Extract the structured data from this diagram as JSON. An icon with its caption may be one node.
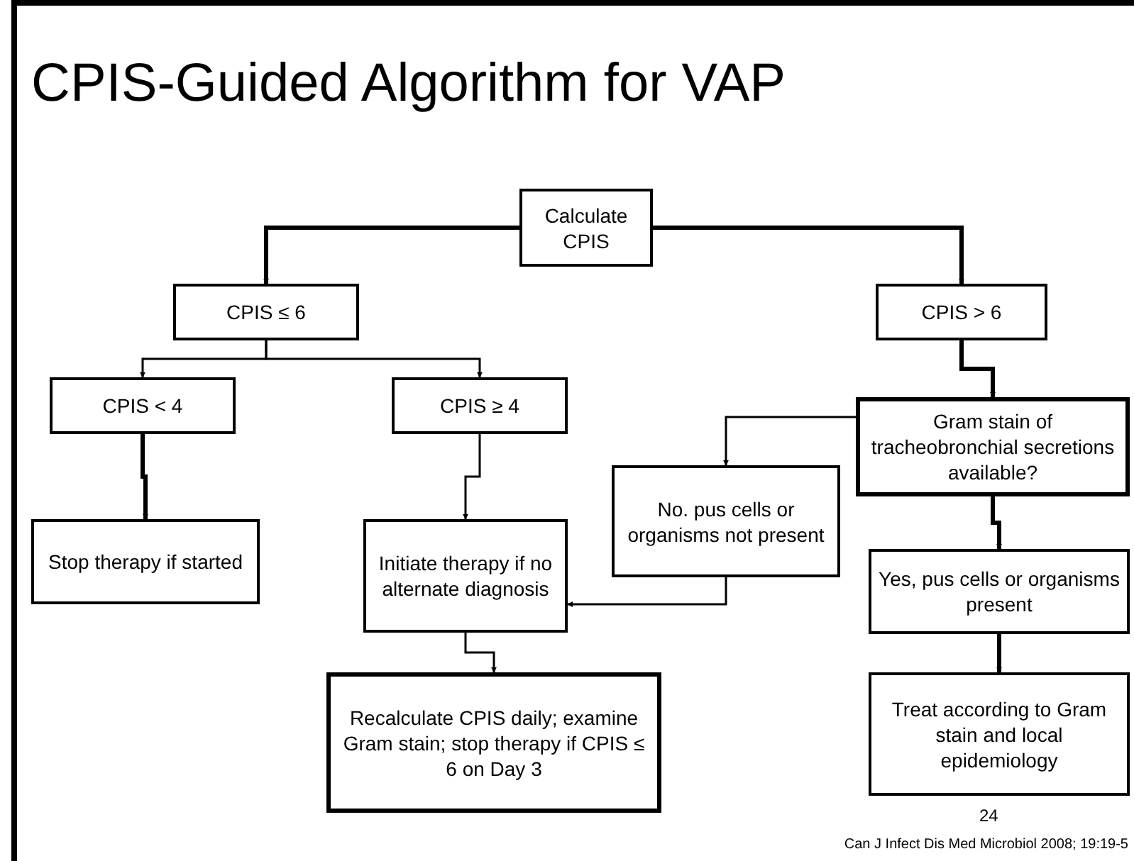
{
  "diagram": {
    "title": "CPIS-Guided Algorithm for VAP",
    "nodes": [
      {
        "text": [
          "Calculate CPIS"
        ]
      },
      {
        "text": [
          "CPIS ≤ 6"
        ]
      },
      {
        "text": [
          "CPIS > 6"
        ]
      },
      {
        "text": [
          "CPIS < 4"
        ]
      },
      {
        "text": [
          "CPIS ≥ 4"
        ]
      },
      {
        "text": [
          "Gram stain of tracheobronchial secretions available?"
        ]
      },
      {
        "text": [
          "No. pus cells or organisms not present"
        ]
      },
      {
        "text": [
          "Stop therapy if started"
        ]
      },
      {
        "text": [
          "Initiate therapy if no alternate diagnosis"
        ]
      },
      {
        "text": [
          "Yes, pus cells or organisms present"
        ]
      },
      {
        "text": [
          "Recalculate CPIS daily; examine Gram stain; stop therapy if CPIS ≤ 6 on Day 3"
        ]
      },
      {
        "text": [
          "Treat according to Gram stain and local epidemiology"
        ]
      }
    ],
    "edges": [
      {
        "from": 0,
        "to": 1,
        "arrow": "to",
        "style": "thick"
      },
      {
        "from": 0,
        "to": 2,
        "arrow": "to",
        "style": "thick"
      },
      {
        "from": 1,
        "to": 3,
        "arrow": "to"
      },
      {
        "from": 1,
        "to": 4,
        "arrow": "to"
      },
      {
        "from": 3,
        "to": 7,
        "arrow": "to",
        "style": "thick"
      },
      {
        "from": 4,
        "to": 8,
        "arrow": "to"
      },
      {
        "from": 2,
        "to": 5,
        "arrow": "to",
        "style": "thick"
      },
      {
        "from": 5,
        "to": 6,
        "arrow": "to"
      },
      {
        "from": 5,
        "to": 9,
        "arrow": "to",
        "style": "thick"
      },
      {
        "from": 6,
        "to": 8,
        "arrow": "to"
      },
      {
        "from": 8,
        "to": 10,
        "arrow": "to"
      },
      {
        "from": 9,
        "to": 11,
        "arrow": "to",
        "style": "thick"
      }
    ],
    "labels": [
      "24",
      "Can J Infect Dis Med Microbiol 2008; 19:19-5"
    ]
  }
}
